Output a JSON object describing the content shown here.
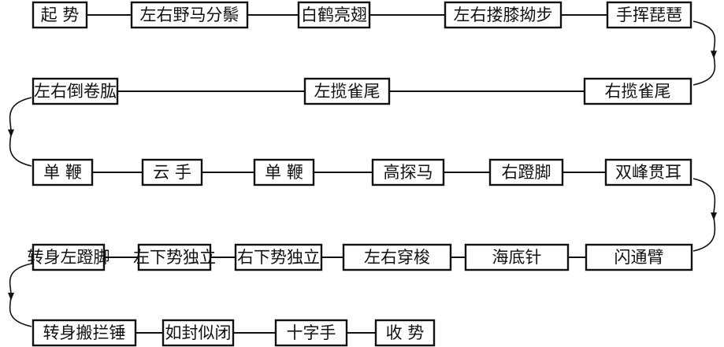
{
  "diagram": {
    "title": "",
    "rows": [
      {
        "direction": "right",
        "nodes": [
          "起 势",
          "左右野马分鬃",
          "白鹤亮翅",
          "左右搂膝拗步",
          "手挥琵琶"
        ]
      },
      {
        "direction": "left",
        "nodes": [
          "左右倒卷肱",
          "左揽雀尾",
          "右揽雀尾"
        ]
      },
      {
        "direction": "right",
        "nodes": [
          "单 鞭",
          "云 手",
          "单 鞭",
          "高探马",
          "右蹬脚",
          "双峰贯耳"
        ]
      },
      {
        "direction": "left",
        "nodes": [
          "转身左蹬脚",
          "左下势独立",
          "右下势独立",
          "左右穿梭",
          "海底针",
          "闪通臂"
        ]
      },
      {
        "direction": "right",
        "nodes": [
          "转身搬拦锤",
          "如封似闭",
          "十字手",
          "收 势"
        ]
      }
    ],
    "colors": {
      "line": "#111111",
      "box_fill": "#ffffff",
      "text": "#111111"
    }
  }
}
